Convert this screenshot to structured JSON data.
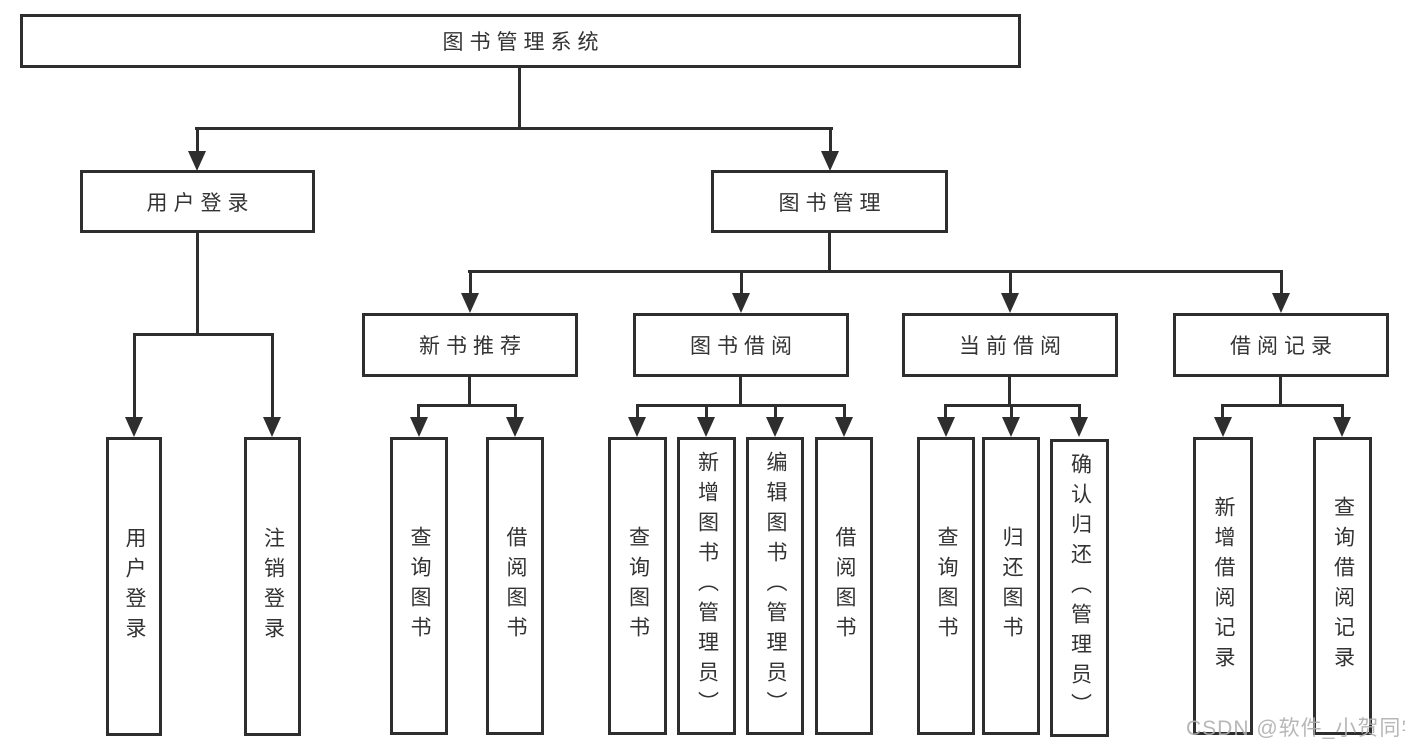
{
  "diagram": {
    "root_label": "图书管理系统",
    "user_login": {
      "label": "用户登录",
      "children": [
        {
          "label": "用户登录"
        },
        {
          "label": "注销登录"
        }
      ]
    },
    "book_mgmt": {
      "label": "图书管理",
      "children": [
        {
          "label": "新书推荐",
          "children": [
            {
              "label": "查询图书"
            },
            {
              "label": "借阅图书"
            }
          ]
        },
        {
          "label": "图书借阅",
          "children": [
            {
              "label": "查询图书"
            },
            {
              "label": "新增图书（管理员）"
            },
            {
              "label": "编辑图书（管理员）"
            },
            {
              "label": "借阅图书"
            }
          ]
        },
        {
          "label": "当前借阅",
          "children": [
            {
              "label": "查询图书"
            },
            {
              "label": "归还图书"
            },
            {
              "label": "确认归还（管理员）"
            }
          ]
        },
        {
          "label": "借阅记录",
          "children": [
            {
              "label": "新增借阅记录"
            },
            {
              "label": "查询借阅记录"
            }
          ]
        }
      ]
    },
    "watermark": "CSDN @软件_小贺同学",
    "colors": {
      "line": "#2e2e2e",
      "text": "#333333",
      "node_background": "#ffffff",
      "page_background": "#ffffff",
      "watermark_text": "#b0b0b0"
    }
  }
}
